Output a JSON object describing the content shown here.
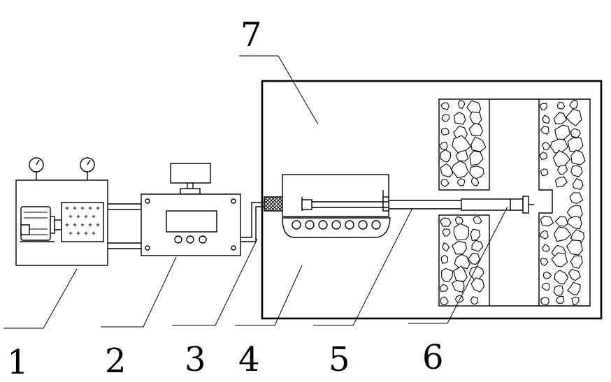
{
  "labels": {
    "l1": "1",
    "l2": "2",
    "l3": "3",
    "l4": "4",
    "l5": "5",
    "l6": "6",
    "l7": "7"
  },
  "colors": {
    "line": "#000000",
    "background": "#ffffff"
  }
}
